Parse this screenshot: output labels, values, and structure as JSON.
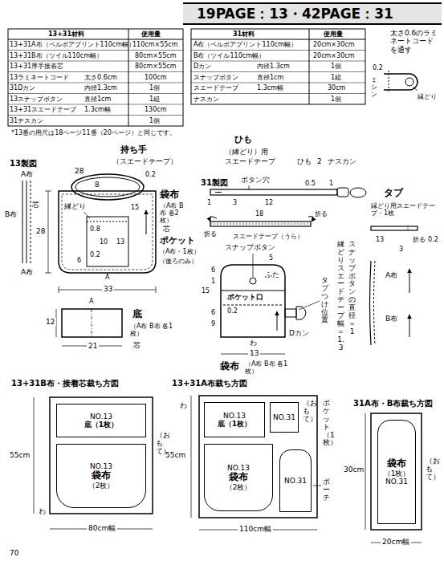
{
  "diagram": {
    "title": "19PAGE：13・42PAGE：31",
    "nodes": [
      {
        "text": [
          "NO.13",
          "底（1枚）"
        ]
      },
      {
        "text": [
          "NO.13",
          "袋布",
          "（2枚）"
        ]
      },
      {
        "text": [
          "NO.13",
          "底（1枚）"
        ]
      },
      {
        "text": [
          "NO.31"
        ]
      },
      {
        "text": [
          "NO.13",
          "袋布",
          "（2枚）"
        ]
      },
      {
        "text": [
          "NO.31"
        ]
      },
      {
        "text": [
          "袋布",
          "（1枚）",
          "NO.31"
        ]
      }
    ],
    "labels": [
      "13+31材料",
      "使用量",
      "13+31A布（ベルボアプリント110cm幅）",
      "110cm×55cm",
      "13+31B布（ツイル110cm幅）",
      "80cm×55cm",
      "13+31厚手接着芯",
      "80cm×55cm",
      "13ラミネートコード",
      "太さ0.6cm",
      "100cm",
      "31Dカン",
      "内径1.3cm",
      "1個",
      "13スナップボタン",
      "直径1cm",
      "1組",
      "13+31スエードテープ",
      "1.3cm幅",
      "130cm",
      "31ナスカン",
      "1個",
      "31材料",
      "使用量",
      "A布（ベルボアプリント110cm幅）",
      "20cm×30cm",
      "B布（ツイル110cm幅）",
      "20cm×30cm",
      "Dカン",
      "内径1.3cm",
      "1個",
      "スナップボタン",
      "直径1cm",
      "1組",
      "スエードテープ",
      "1.3cm幅",
      "30cm",
      "ナスカン",
      "1個",
      "*13番の用尺は18ページ11番（20ページ）と同じです。",
      "太さ0.6のラミネートコードを通す",
      "0.2",
      "ミシン",
      "縁どり",
      "13製図",
      "A布",
      "B布",
      "芯",
      "A布",
      "28",
      "8",
      "0.2",
      "持ち手",
      "（スエードテープ）",
      "縁どり",
      "袋布",
      "（A布 B布 各2枚）",
      "芯",
      "15",
      "0.8",
      "10",
      "13",
      "0.2",
      "6",
      "ポケット",
      "（A布・1枚）",
      "（後ろのみ）",
      "A",
      "33",
      "28",
      "A",
      "12",
      "21",
      "底",
      "（A布 B布 各1枚）",
      "芯",
      "31製図",
      "ひも",
      "（縁どり）用",
      "スエードテープ",
      "ひも",
      "2",
      "ナスカン",
      "ボタン穴",
      "1",
      "3",
      "12",
      "0.5",
      "1",
      "18",
      "折る",
      "折る",
      "スエードテープ（うら）",
      "タブ",
      "縁どり用スエードテープ・1枚",
      "13",
      "折る",
      "0.2",
      "3",
      "縁どりスエードテープ幅＝1.3",
      "スナップボタンの直径＝1",
      "5",
      "スナップボタン",
      "6",
      "15",
      "1",
      "6",
      "9",
      "ふた",
      "ポケット口",
      "0.2",
      "Dカン",
      "わ",
      "13",
      "タブつけ位置",
      "袋布",
      "（A布 B布 各1枚）",
      "A布",
      "B布",
      "13+31B布・接着芯裁ち方図",
      "55cm",
      "80cm幅",
      "わ",
      "（おもて）",
      "13+31A布裁ち方図",
      "55cm",
      "110cm幅",
      "わ",
      "（おもて）",
      "ポケット（1枚）",
      "ポーチ",
      "31A布・B布裁ち方図",
      "30cm",
      "20cm幅",
      "（おもて）",
      "70"
    ]
  }
}
